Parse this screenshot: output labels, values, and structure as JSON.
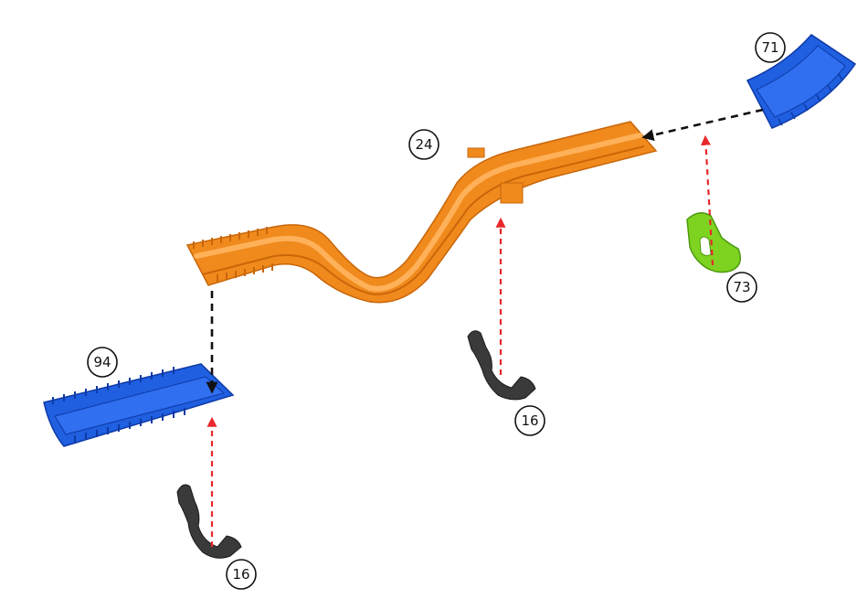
{
  "colors": {
    "main_duct": "#f08a1c",
    "main_duct_dark": "#c9660a",
    "main_duct_light": "#ffb15a",
    "end_pieces": "#1f5fe0",
    "end_pieces_dark": "#0f3aa6",
    "clip_green": "#7ed321",
    "clip_green_dark": "#4e9a0e",
    "bracket": "#3a3a3a",
    "arrow_black": "#111111",
    "arrow_red": "#e8282b"
  },
  "callouts": {
    "c24": "24",
    "c71": "71",
    "c73": "73",
    "c94": "94",
    "c16_center": "16",
    "c16_left": "16"
  },
  "parts": [
    {
      "id": "24",
      "name": "main-duct",
      "color": "orange"
    },
    {
      "id": "71",
      "name": "right-elbow-duct",
      "color": "blue"
    },
    {
      "id": "94",
      "name": "left-end-duct",
      "color": "blue"
    },
    {
      "id": "73",
      "name": "clip",
      "color": "green"
    },
    {
      "id": "16",
      "name": "mounting-bracket",
      "color": "dark-grey"
    }
  ]
}
